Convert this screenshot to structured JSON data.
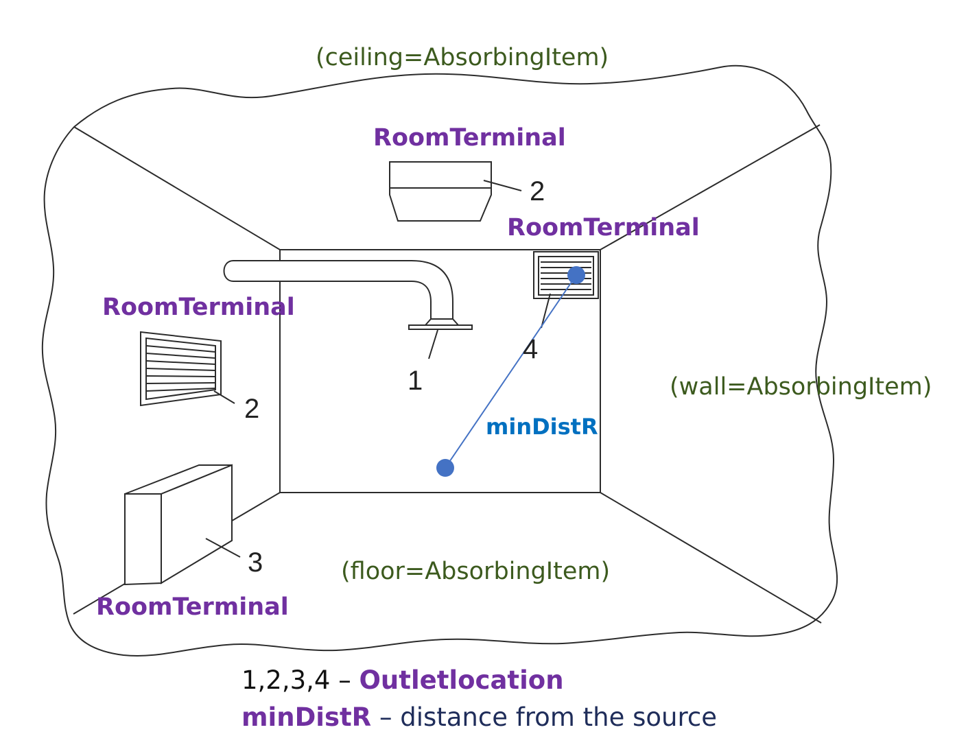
{
  "labels": {
    "ceiling": "(ceiling=AbsorbingItem)",
    "wall": "(wall=AbsorbingItem)",
    "floor": "(floor=AbsorbingItem)",
    "terminal_ceiling": "RoomTerminal",
    "terminal_back_wall": "RoomTerminal",
    "terminal_left_wall": "RoomTerminal",
    "terminal_floor_unit": "RoomTerminal",
    "distance": "minDistR"
  },
  "numbers": {
    "ceiling_outlet": "2",
    "ceiling_diffuser": "1",
    "back_wall_grille": "4",
    "left_wall_grille": "2",
    "floor_unit": "3"
  },
  "legend": {
    "line1_prefix": "1,2,3,4 – ",
    "line1_term": "Outletlocation",
    "line2_term": "minDistR",
    "line2_suffix": " – distance from the source"
  },
  "colors": {
    "absorbing": "#3c5a1e",
    "terminal": "#7030a0",
    "distance": "#0070c0",
    "marker": "#4472c4",
    "legend_dark": "#1f2d5a"
  }
}
